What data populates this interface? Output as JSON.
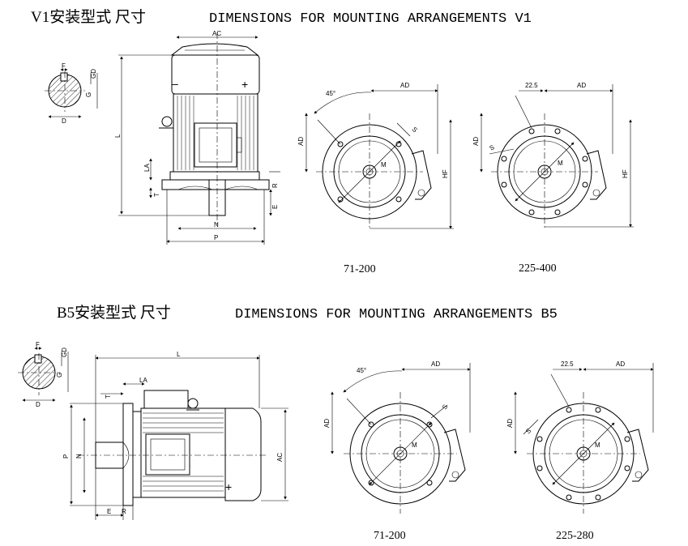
{
  "titles": {
    "v1_cn": "V1安装型式 尺寸",
    "v1_en": "DIMENSIONS FOR MOUNTING ARRANGEMENTS V1",
    "b5_cn": "B5安装型式 尺寸",
    "b5_en": "DIMENSIONS FOR MOUNTING ARRANGEMENTS B5"
  },
  "captions": {
    "v1_small": "71-200",
    "v1_large": "225-400",
    "b5_small": "71-200",
    "b5_large": "225-280"
  },
  "dims": {
    "AC": "AC",
    "L": "L",
    "LA": "LA",
    "T": "T",
    "E": "E",
    "R": "R",
    "N": "N",
    "P": "P",
    "F": "F",
    "GD": "GD",
    "G": "G",
    "D": "D",
    "AD": "AD",
    "HF": "HF",
    "M": "M",
    "S": "S",
    "angle45": "45°",
    "angle22": "22.5"
  }
}
